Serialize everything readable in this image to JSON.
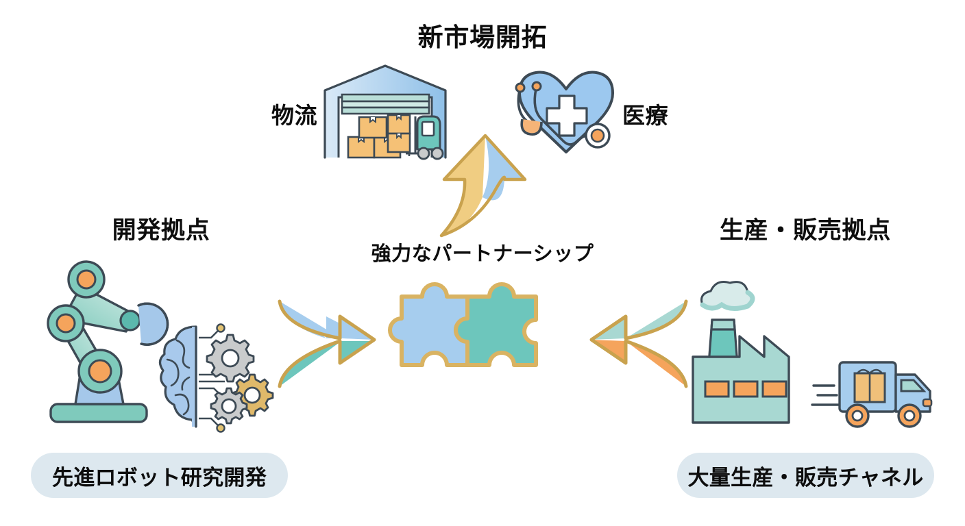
{
  "diagram": {
    "title_top": "新市場開拓",
    "title_left": "開発拠点",
    "title_right": "生産・販売拠点",
    "label_logistics": "物流",
    "label_medical": "医療",
    "label_center": "強力なパートナーシップ",
    "pill_left": "先進ロボット研究開発",
    "pill_right": "大量生産・販売チャネル"
  },
  "icons": {
    "warehouse": "warehouse-forklift-icon",
    "medical": "heart-stethoscope-icon",
    "up_arrow": "curved-up-arrow-icon",
    "robot": "robot-arm-icon",
    "brain": "brain-gears-icon",
    "left_arrow": "curved-right-pointing-arrow-icon",
    "puzzle": "two-piece-puzzle-icon",
    "right_arrow": "curved-left-pointing-arrow-icon",
    "factory": "factory-smokestack-icon",
    "truck": "delivery-truck-icon"
  },
  "colors": {
    "light_blue": "#aacfee",
    "teal": "#6dc6bc",
    "deep_teal": "#5bb8ad",
    "pale_teal": "#a8d8d2",
    "orange": "#f5a45c",
    "gold": "#d6a94e",
    "pale_gold": "#f0d290",
    "outline": "#3d4a55",
    "pill_bg": "#dde8ef",
    "text": "#0d0d0d",
    "gear_grey": "#c9cbcc",
    "background": "#ffffff"
  }
}
